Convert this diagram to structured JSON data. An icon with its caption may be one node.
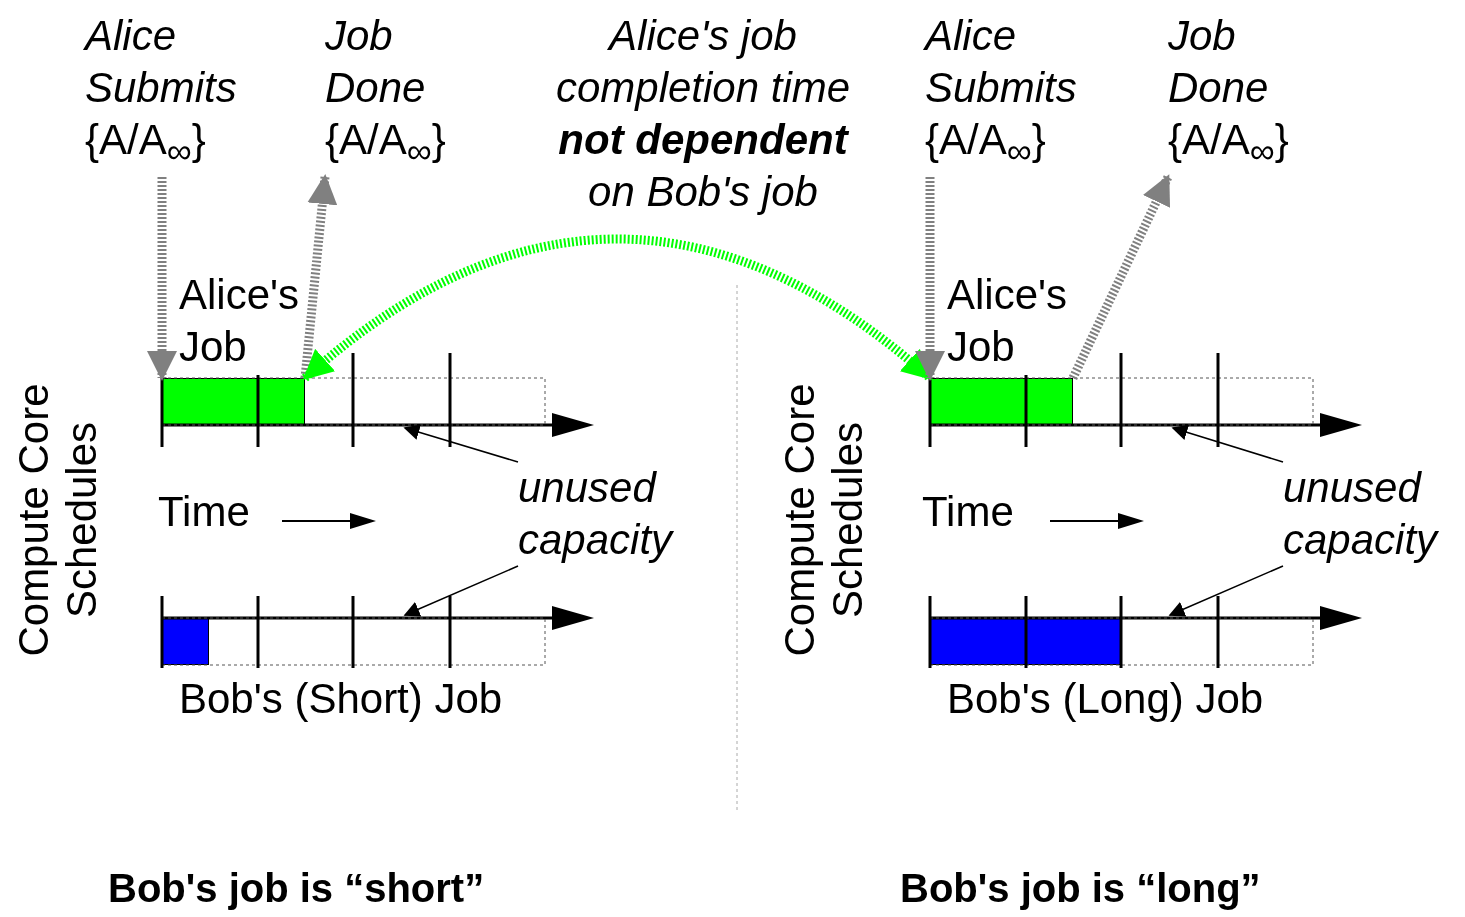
{
  "diagram": {
    "nodes": [
      {
        "text": [
          "*Alice Submits* {A/A$_{∞}$}"
        ]
      },
      {
        "text": [
          "*Job Done* {A/A$_{∞}$}"
        ]
      },
      {
        "text": [
          "Alice's Job"
        ]
      },
      {
        "text": [
          "Bob's (Short) Job"
        ]
      },
      {
        "text": [
          "unused capacity"
        ]
      },
      {
        "text": [
          "Alice's job completion time **not dependent** on Bob's job"
        ]
      },
      {
        "text": [
          "*Alice Submits* {A/A$_{∞}$}"
        ]
      },
      {
        "text": [
          "*Job Done* {A/A$_{∞}$}"
        ]
      },
      {
        "text": [
          "Alice's Job"
        ]
      },
      {
        "text": [
          "Bob's (Long) Job"
        ]
      },
      {
        "text": [
          "unused capacity"
        ]
      }
    ],
    "edges": [
      {
        "from": 0,
        "to": 2,
        "arrow": "to",
        "style": "dashed",
        "color": "#808080"
      },
      {
        "from": 2,
        "to": 1,
        "arrow": "to",
        "style": "dashed",
        "color": "#808080"
      },
      {
        "from": 2,
        "to": 8,
        "arrow": "both",
        "style": "dashed",
        "color": "#00ff00"
      },
      {
        "from": 6,
        "to": 8,
        "arrow": "to",
        "style": "dashed",
        "color": "#808080"
      },
      {
        "from": 8,
        "to": 7,
        "arrow": "to",
        "style": "dashed",
        "color": "#808080"
      },
      {
        "from": 4,
        "to": null,
        "arrow": "to",
        "color": "#000000"
      },
      {
        "from": 4,
        "to": null,
        "arrow": "to",
        "color": "#000000"
      },
      {
        "from": 10,
        "to": null,
        "arrow": "to",
        "color": "#000000"
      },
      {
        "from": 10,
        "to": null,
        "arrow": "to",
        "color": "#000000"
      }
    ],
    "labels": [
      "Compute Core Schedules",
      "Time",
      "Compute Core Schedules",
      "Time",
      "Bob's job is “short”",
      "Bob's job is “long”"
    ]
  }
}
